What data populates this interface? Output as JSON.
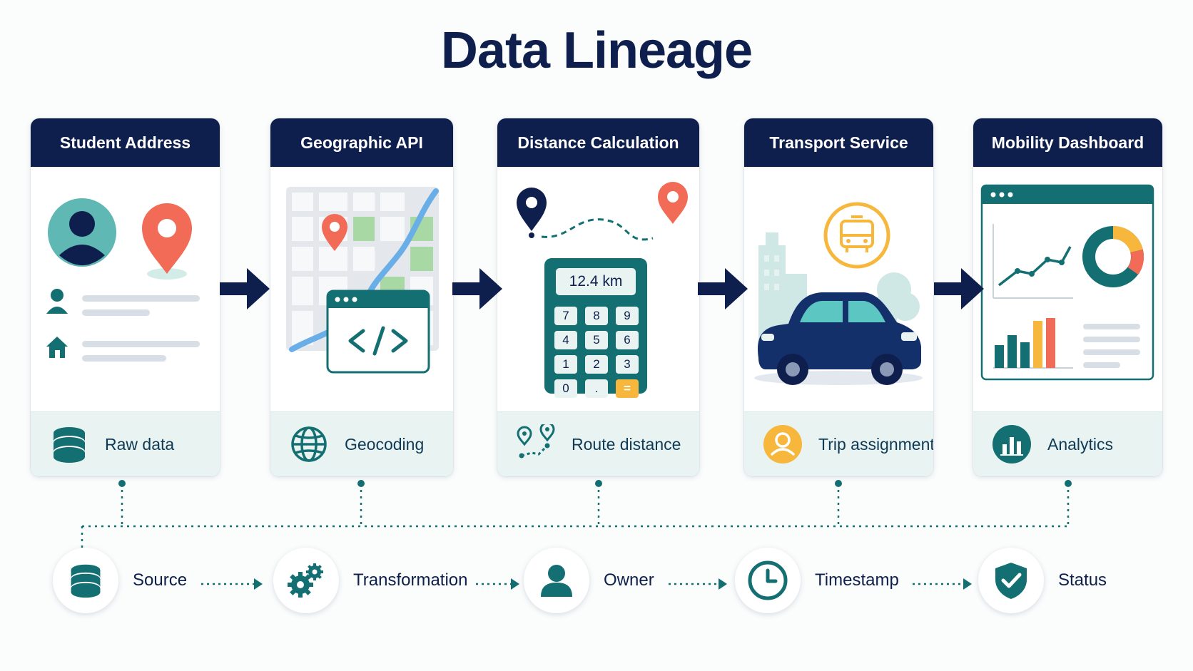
{
  "title": "Data Lineage",
  "stages": [
    {
      "header": "Student Address",
      "footer": "Raw data",
      "footer_icon": "database-icon"
    },
    {
      "header": "Geographic API",
      "footer": "Geocoding",
      "footer_icon": "globe-icon"
    },
    {
      "header": "Distance Calculation",
      "footer": "Route distance",
      "footer_icon": "route-pins-icon",
      "display_value": "12.4 km",
      "keypad": [
        "7",
        "8",
        "9",
        "4",
        "5",
        "6",
        "1",
        "2",
        "3",
        "0",
        ".",
        "="
      ]
    },
    {
      "header": "Transport Service",
      "footer": "Trip assignment",
      "footer_icon": "user-badge-icon"
    },
    {
      "header": "Mobility Dashboard",
      "footer": "Analytics",
      "footer_icon": "bar-chart-icon"
    }
  ],
  "metadata": [
    {
      "label": "Source",
      "icon": "database-icon"
    },
    {
      "label": "Transformation",
      "icon": "gears-icon"
    },
    {
      "label": "Owner",
      "icon": "person-icon"
    },
    {
      "label": "Timestamp",
      "icon": "clock-icon"
    },
    {
      "label": "Status",
      "icon": "shield-check-icon"
    }
  ],
  "colors": {
    "navy": "#0e1f4d",
    "teal": "#136f72",
    "coral": "#f26b57",
    "amber": "#f6b73c",
    "light_teal": "#e9f4f2"
  }
}
